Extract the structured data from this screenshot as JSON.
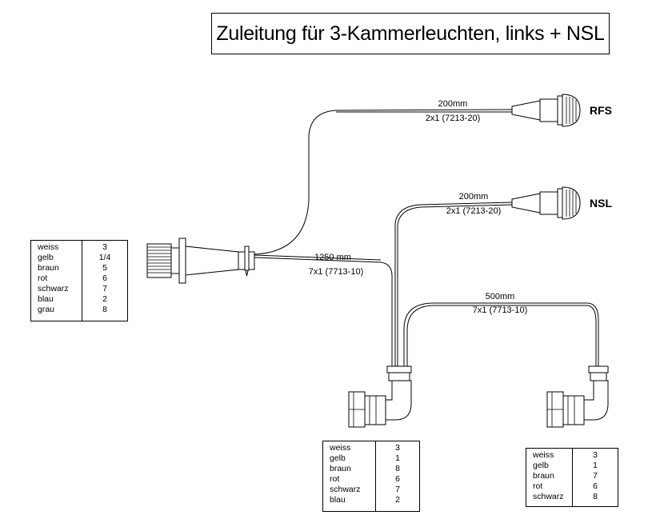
{
  "title": "Zuleitung für 3-Kammerleuchten, links + NSL",
  "cables": {
    "main": {
      "length": "1250 mm",
      "spec": "7x1 (7713-10)"
    },
    "rfs": {
      "length": "200mm",
      "spec": "2x1 (7213-20)"
    },
    "nsl": {
      "length": "200mm",
      "spec": "2x1 (7213-20)"
    },
    "right": {
      "length": "500mm",
      "spec": "7x1 (7713-10)"
    }
  },
  "labels": {
    "rfs": "RFS",
    "nsl": "NSL"
  },
  "tables": {
    "left": [
      {
        "wire": "weiss",
        "pin": "3"
      },
      {
        "wire": "gelb",
        "pin": "1/4"
      },
      {
        "wire": "braun",
        "pin": "5"
      },
      {
        "wire": "rot",
        "pin": "6"
      },
      {
        "wire": "schwarz",
        "pin": "7"
      },
      {
        "wire": "blau",
        "pin": "2"
      },
      {
        "wire": "grau",
        "pin": "8"
      }
    ],
    "middle": [
      {
        "wire": "weiss",
        "pin": "3"
      },
      {
        "wire": "gelb",
        "pin": "1"
      },
      {
        "wire": "braun",
        "pin": "8"
      },
      {
        "wire": "rot",
        "pin": "6"
      },
      {
        "wire": "schwarz",
        "pin": "7"
      },
      {
        "wire": "blau",
        "pin": "2"
      }
    ],
    "right": [
      {
        "wire": "weiss",
        "pin": "3"
      },
      {
        "wire": "gelb",
        "pin": "1"
      },
      {
        "wire": "braun",
        "pin": "7"
      },
      {
        "wire": "rot",
        "pin": "6"
      },
      {
        "wire": "schwarz",
        "pin": "8"
      }
    ]
  }
}
